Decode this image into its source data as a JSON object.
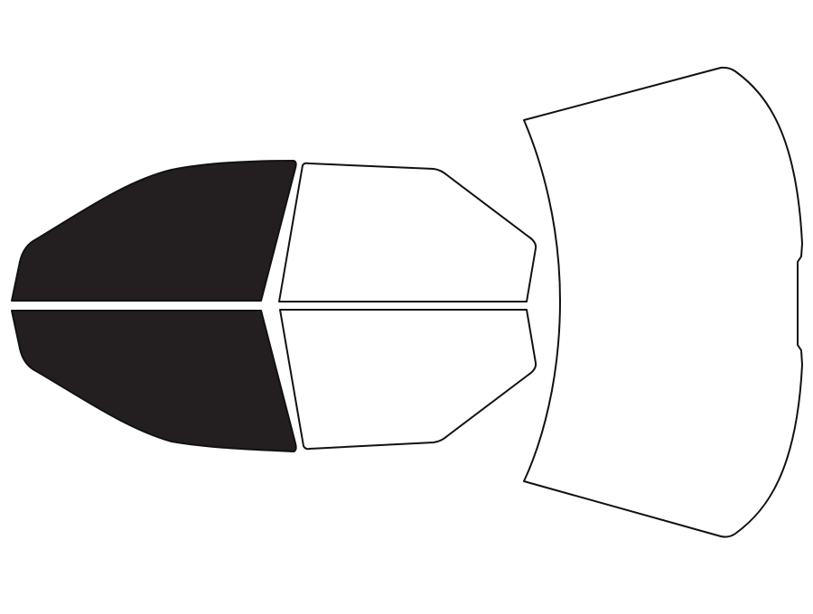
{
  "diagram": {
    "colors": {
      "background": "#ffffff",
      "outline": "#111111",
      "tinted_fill": "#231f20",
      "untinted_fill": "#ffffff"
    },
    "panels": [
      {
        "name": "front-left-door-window",
        "tinted": true
      },
      {
        "name": "front-right-door-window",
        "tinted": true
      },
      {
        "name": "rear-left-door-window",
        "tinted": false
      },
      {
        "name": "rear-right-door-window",
        "tinted": false
      },
      {
        "name": "rear-windshield",
        "tinted": false
      }
    ]
  }
}
